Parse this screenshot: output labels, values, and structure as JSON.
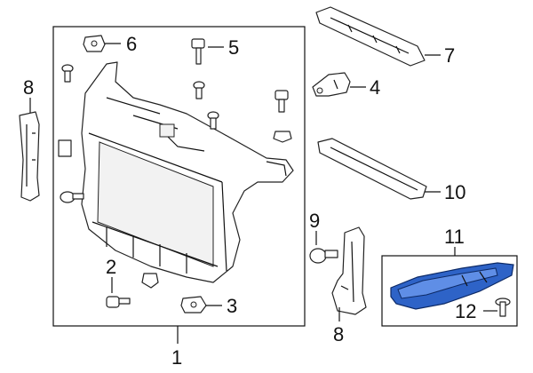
{
  "callouts": {
    "c1": "1",
    "c2": "2",
    "c3": "3",
    "c4": "4",
    "c5": "5",
    "c6": "6",
    "c7": "7",
    "c8_left": "8",
    "c8_right": "8",
    "c9": "9",
    "c10": "10",
    "c11": "11",
    "c12": "12"
  },
  "colors": {
    "line": "#111111",
    "highlight_part": "#2e63c7",
    "highlight_outline": "#0d2a66",
    "background": "#ffffff"
  },
  "highlighted_part": "11"
}
